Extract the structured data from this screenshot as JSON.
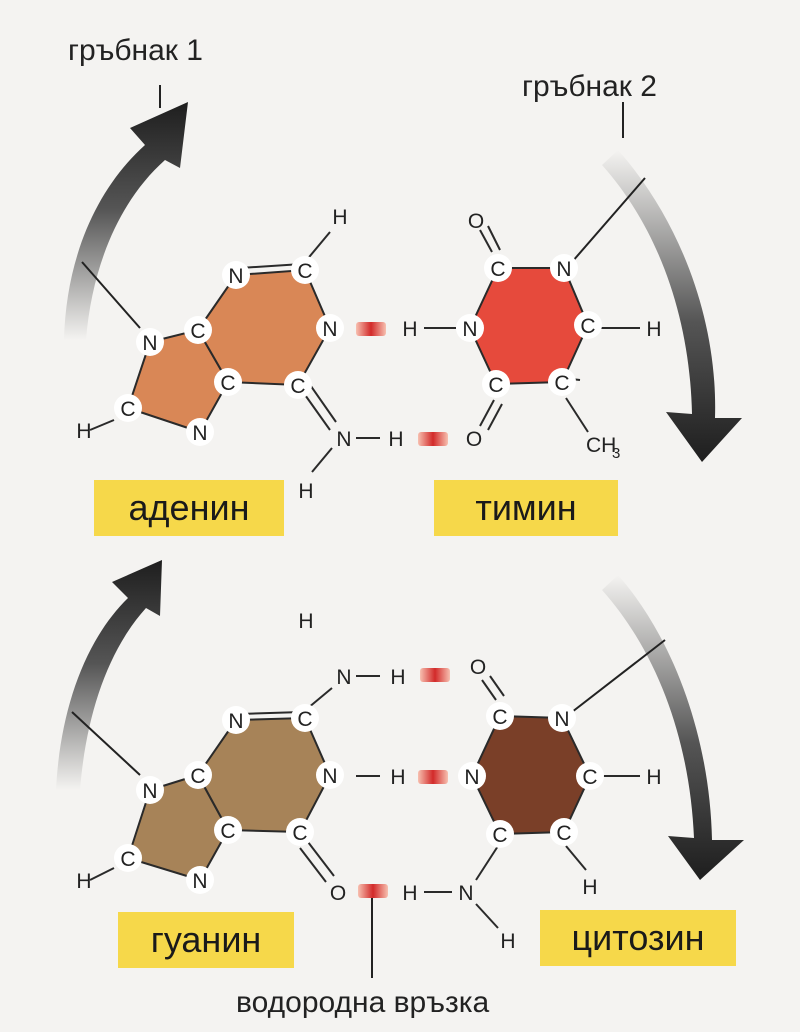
{
  "labels": {
    "backbone1": "гръбнак 1",
    "backbone2": "гръбнак 2",
    "hydrogen_bond": "водородна връзка"
  },
  "bases": {
    "adenine": "аденин",
    "thymine": "тимин",
    "guanine": "гуанин",
    "cytosine": "цитозин"
  },
  "atoms": {
    "C": "C",
    "N": "N",
    "H": "H",
    "O": "O",
    "CH3": "CH",
    "CH3_sub": "3"
  },
  "colors": {
    "adenine": "#d98756",
    "thymine": "#e64a3c",
    "guanine": "#a78358",
    "cytosine": "#7a3f28",
    "label_box": "#f6d84a",
    "hbond": "#d22a2a"
  }
}
